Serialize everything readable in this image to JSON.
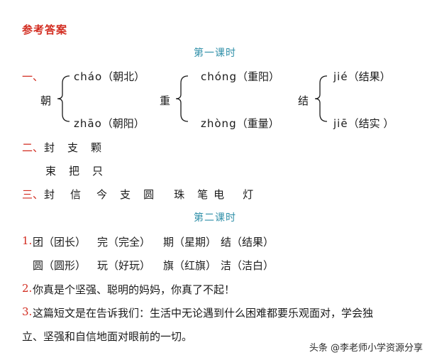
{
  "header": "参考答案",
  "lesson1": {
    "title": "第一课时",
    "section1": {
      "num": "一、",
      "groups": [
        {
          "char": "朝",
          "top": {
            "pinyin": "cháo",
            "word": "（朝北）"
          },
          "bottom": {
            "pinyin": "zhāo",
            "word": "（朝阳）"
          }
        },
        {
          "char": "重",
          "top": {
            "pinyin": "chóng",
            "word": "（重阳）"
          },
          "bottom": {
            "pinyin": "zhòng",
            "word": "（重量）"
          }
        },
        {
          "char": "结",
          "top": {
            "pinyin": "jié",
            "word": "（结果）"
          },
          "bottom": {
            "pinyin": "jiē",
            "word": "（结实 ）"
          }
        }
      ]
    },
    "section2": {
      "num": "二、",
      "line1": [
        "封",
        "支",
        "颗"
      ],
      "line2": [
        "束",
        "把",
        "只"
      ]
    },
    "section3": {
      "num": "三、",
      "words": [
        "封",
        "信",
        "今",
        "支",
        "圆",
        "珠",
        "笔",
        "电",
        "灯"
      ]
    }
  },
  "lesson2": {
    "title": "第二课时",
    "q1": {
      "num": "1.",
      "row1": [
        "团（团长）",
        "完（完全）",
        "期（星期）",
        "结（结果）"
      ],
      "row2": [
        "圆（圆形）",
        "玩（好玩）",
        "旗（红旗）",
        "洁（洁白）"
      ]
    },
    "q2": {
      "num": "2.",
      "text": "你真是个坚强、聪明的妈妈，你真了不起！"
    },
    "q3": {
      "num": "3.",
      "line1": "这篇短文是在告诉我们：生活中无论遇到什么困难都要乐观面对，学会独",
      "line2": "立、坚强和自信地面对眼前的一切。"
    }
  },
  "watermark": "头条 @李老师小学资源分享",
  "colors": {
    "red": "#d22b1f",
    "teal": "#2f8fa8",
    "text": "#1a1a1a"
  }
}
